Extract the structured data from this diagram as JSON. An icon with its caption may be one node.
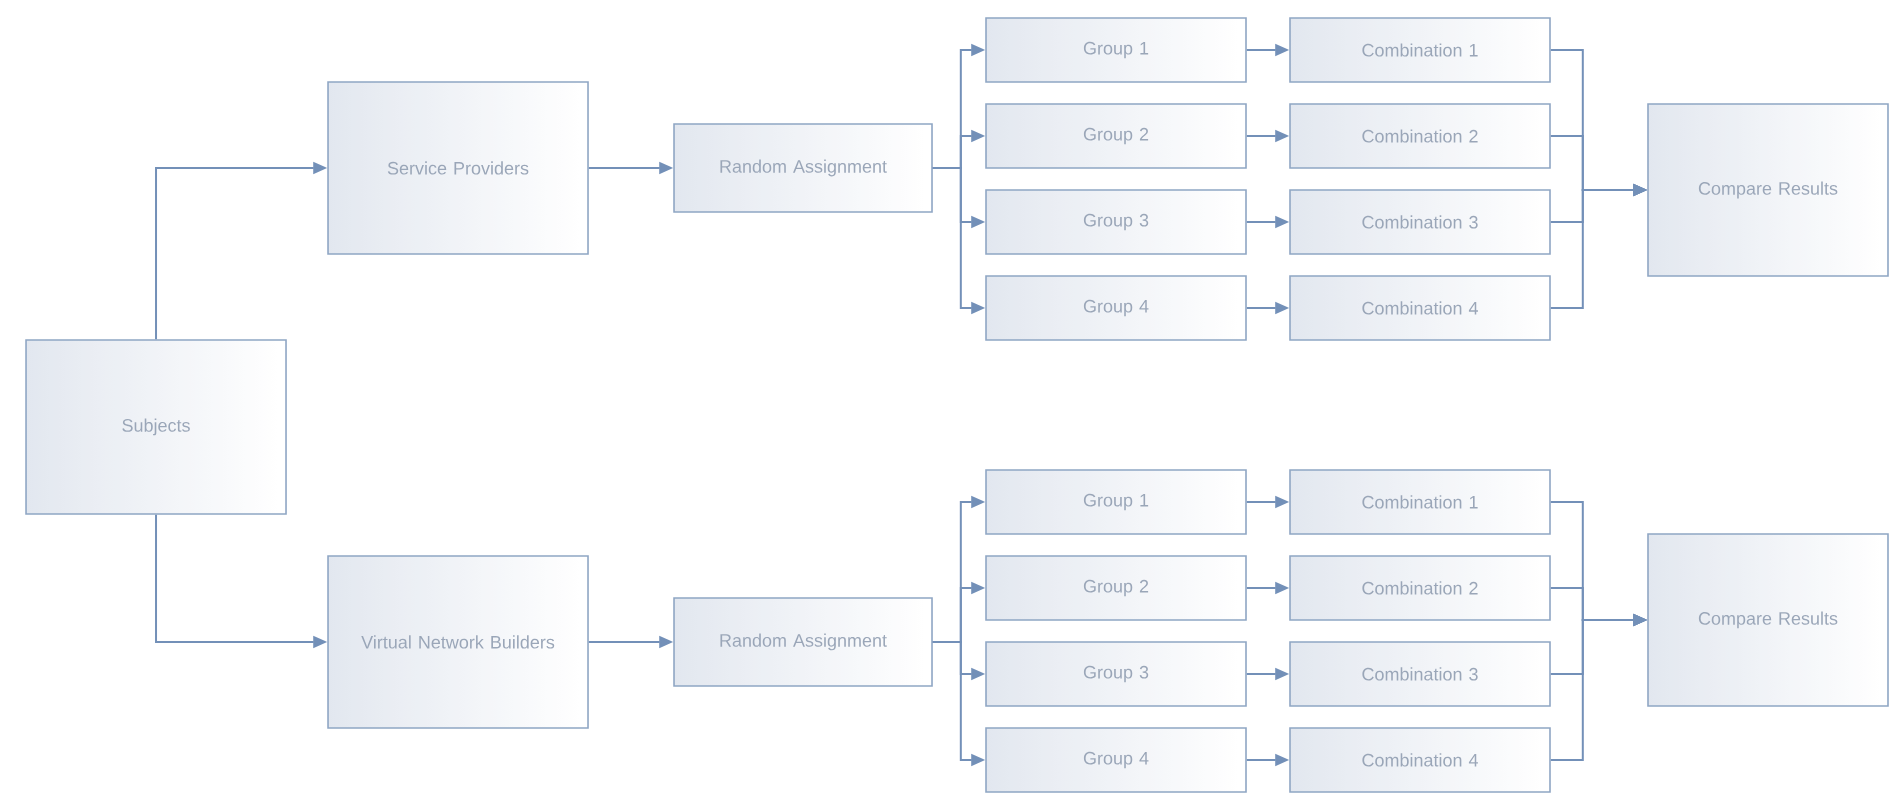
{
  "diagram": {
    "nodes": [
      {
        "text": [
          "Subjects"
        ]
      },
      {
        "text": [
          "Service Providers"
        ]
      },
      {
        "text": [
          "Random Assignment"
        ]
      },
      {
        "text": [
          "Group 1"
        ]
      },
      {
        "text": [
          "Group 2"
        ]
      },
      {
        "text": [
          "Group 3"
        ]
      },
      {
        "text": [
          "Group 4"
        ]
      },
      {
        "text": [
          "Combination 1"
        ]
      },
      {
        "text": [
          "Combination 2"
        ]
      },
      {
        "text": [
          "Combination 3"
        ]
      },
      {
        "text": [
          "Combination 4"
        ]
      },
      {
        "text": [
          "Compare Results"
        ]
      },
      {
        "text": [
          "Virtual Network Builders"
        ]
      },
      {
        "text": [
          "Random Assignment"
        ]
      },
      {
        "text": [
          "Group 1"
        ]
      },
      {
        "text": [
          "Group 2"
        ]
      },
      {
        "text": [
          "Group 3"
        ]
      },
      {
        "text": [
          "Group 4"
        ]
      },
      {
        "text": [
          "Combination 1"
        ]
      },
      {
        "text": [
          "Combination 2"
        ]
      },
      {
        "text": [
          "Combination 3"
        ]
      },
      {
        "text": [
          "Combination 4"
        ]
      },
      {
        "text": [
          "Compare Results"
        ]
      }
    ],
    "edges": [
      {
        "from": 0,
        "to": 1,
        "arrow": "to"
      },
      {
        "from": 1,
        "to": 2,
        "arrow": "to"
      },
      {
        "from": 2,
        "to": 3,
        "arrow": "to"
      },
      {
        "from": 2,
        "to": 4,
        "arrow": "to"
      },
      {
        "from": 2,
        "to": 5,
        "arrow": "to"
      },
      {
        "from": 2,
        "to": 6,
        "arrow": "to"
      },
      {
        "from": 3,
        "to": 7,
        "arrow": "to"
      },
      {
        "from": 4,
        "to": 8,
        "arrow": "to"
      },
      {
        "from": 5,
        "to": 9,
        "arrow": "to"
      },
      {
        "from": 6,
        "to": 10,
        "arrow": "to"
      },
      {
        "from": 7,
        "to": 11,
        "arrow": "to"
      },
      {
        "from": 8,
        "to": 11,
        "arrow": "to"
      },
      {
        "from": 9,
        "to": 11,
        "arrow": "to"
      },
      {
        "from": 10,
        "to": 11,
        "arrow": "to"
      },
      {
        "from": 0,
        "to": 12,
        "arrow": "to"
      },
      {
        "from": 12,
        "to": 13,
        "arrow": "to"
      },
      {
        "from": 13,
        "to": 14,
        "arrow": "to"
      },
      {
        "from": 13,
        "to": 15,
        "arrow": "to"
      },
      {
        "from": 13,
        "to": 16,
        "arrow": "to"
      },
      {
        "from": 13,
        "to": 17,
        "arrow": "to"
      },
      {
        "from": 14,
        "to": 18,
        "arrow": "to"
      },
      {
        "from": 15,
        "to": 19,
        "arrow": "to"
      },
      {
        "from": 16,
        "to": 20,
        "arrow": "to"
      },
      {
        "from": 17,
        "to": 21,
        "arrow": "to"
      },
      {
        "from": 18,
        "to": 22,
        "arrow": "to"
      },
      {
        "from": 19,
        "to": 22,
        "arrow": "to"
      },
      {
        "from": 20,
        "to": 22,
        "arrow": "to"
      },
      {
        "from": 21,
        "to": 22,
        "arrow": "to"
      }
    ]
  }
}
